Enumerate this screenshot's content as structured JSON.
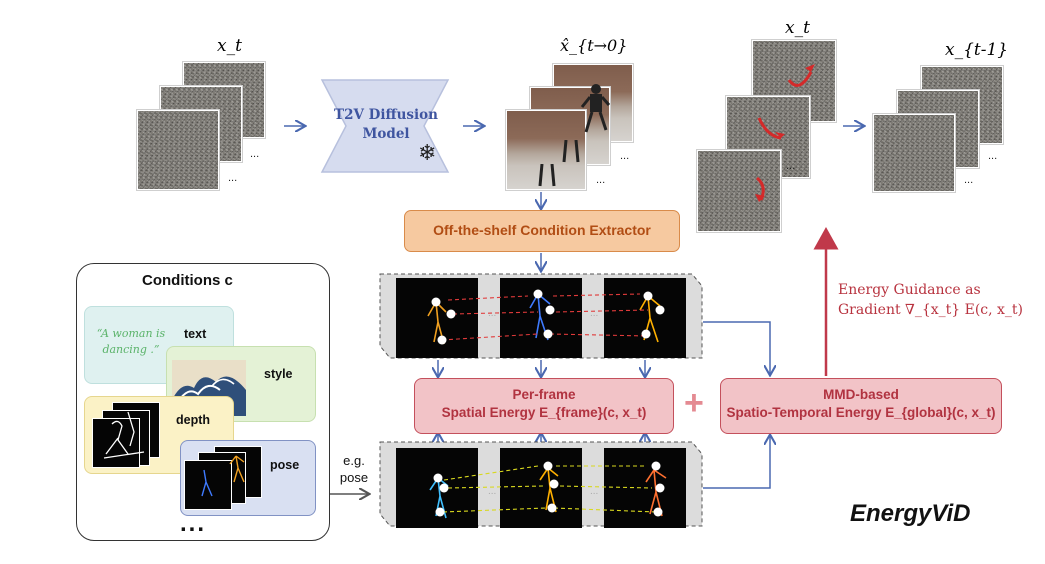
{
  "labels": {
    "xt_top_left": "x_t",
    "xhat": "x̂_{t→0}",
    "xt_right": "x_t",
    "xt_minus_1": "x_{t-1}",
    "ellipsis": "...",
    "t2v_model": "T2V Diffusion Model",
    "snowflake": "❄",
    "extractor": "Off-the-shelf Condition Extractor",
    "conditions_title": "Conditions c",
    "text_cond": "text",
    "text_quote": "“A woman is dancing .”",
    "style_cond": "style",
    "depth_cond": "depth",
    "pose_cond": "pose",
    "more": "...",
    "eg_pose": "e.g. pose",
    "per_frame_line1": "Per-frame",
    "per_frame_line2": "Spatial Energy E_{frame}(c, x_t)",
    "mmd_line1": "MMD-based",
    "mmd_line2": "Spatio-Temporal Energy E_{global}(c, x_t)",
    "plus": "+",
    "energy_guidance_line1": "Energy Guidance as",
    "energy_guidance_line2": "Gradient ∇_{x_t} E(c, x_t)",
    "method_name": "EnergyViD"
  },
  "colors": {
    "arrow_blue": "#4a68b0",
    "arrow_red": "#c0394a",
    "extractor_fill": "#f6c9a0",
    "extractor_stroke": "#d98b4a",
    "energy_fill": "#f2c3c7",
    "energy_stroke": "#c4505c",
    "guidance_text": "#b8333f",
    "t2v_fill": "#d6dcef",
    "text_green": "#5bb36a",
    "panel_teal": "#dff1f0",
    "panel_green": "#e4f2d6",
    "panel_yellow": "#fbf2c6",
    "panel_blue": "#d9e0f2"
  }
}
